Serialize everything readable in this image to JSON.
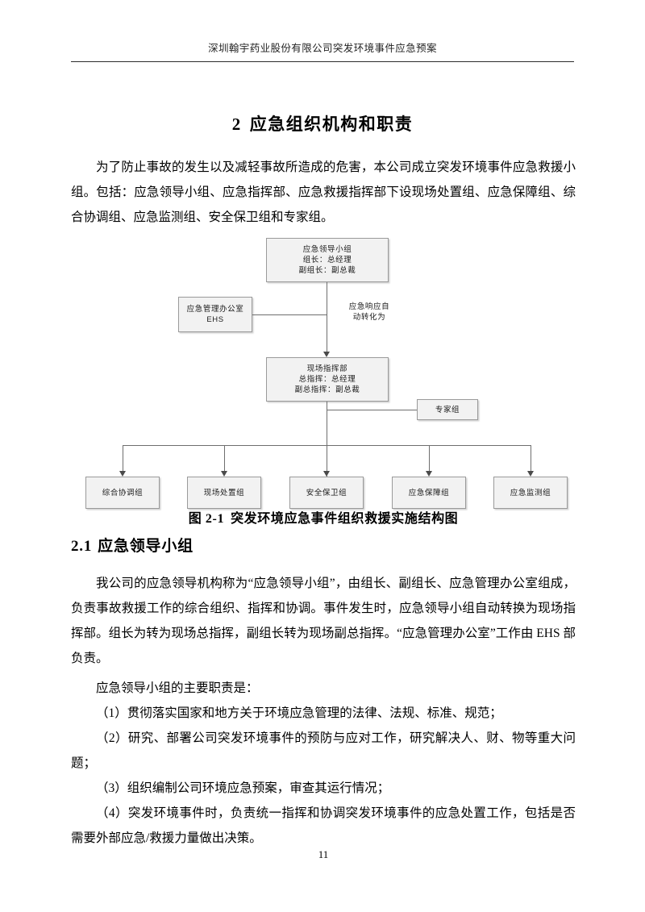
{
  "header": {
    "running_title": "深圳翰宇药业股份有限公司突发环境事件应急预案"
  },
  "chapter": {
    "number": "2",
    "title": "应急组织机构和职责"
  },
  "intro_paragraph": "为了防止事故的发生以及减轻事故所造成的危害，本公司成立突发环境事件应急救援小组。包括：应急领导小组、应急指挥部、应急救援指挥部下设现场处置组、应急保障组、综合协调组、应急监测组、安全保卫组和专家组。",
  "org_chart": {
    "leader_group": {
      "line1": "应急领导小组",
      "line2": "组长：总经理",
      "line3": "副组长：副总裁"
    },
    "office": {
      "line1": "应急管理办公室",
      "line2": "EHS"
    },
    "transition_label": {
      "line1": "应急响应自",
      "line2": "动转化为"
    },
    "command_center": {
      "line1": "现场指挥部",
      "line2": "总指挥：总经理",
      "line3": "副总指挥：副总裁"
    },
    "expert_group": {
      "line1": "专家组"
    },
    "sub_groups": [
      {
        "label": "综合协调组"
      },
      {
        "label": "现场处置组"
      },
      {
        "label": "安全保卫组"
      },
      {
        "label": "应急保障组"
      },
      {
        "label": "应急监测组"
      }
    ]
  },
  "figure": {
    "number": "图 2-1",
    "caption": "突发环境应急事件组织救援实施结构图"
  },
  "section": {
    "number": "2.1",
    "title": "应急领导小组",
    "paragraph_1": "我公司的应急领导机构称为“应急领导小组”，由组长、副组长、应急管理办公室组成，负责事故救援工作的综合组织、指挥和协调。事件发生时，应急领导小组自动转换为现场指挥部。组长为转为现场总指挥，副组长转为现场副总指挥。“应急管理办公室”工作由 EHS 部负责。",
    "duties_lead": "应急领导小组的主要职责是：",
    "duties": [
      "（1）贯彻落实国家和地方关于环境应急管理的法律、法规、标准、规范；",
      "（2）研究、部署公司突发环境事件的预防与应对工作，研究解决人、财、物等重大问题；",
      "（3）组织编制公司环境应急预案，审查其运行情况；",
      "（4）突发环境事件时，负责统一指挥和协调突发环境事件的应急处置工作，包括是否需要外部应急/救援力量做出决策。"
    ]
  },
  "footer": {
    "page_number": "11"
  }
}
